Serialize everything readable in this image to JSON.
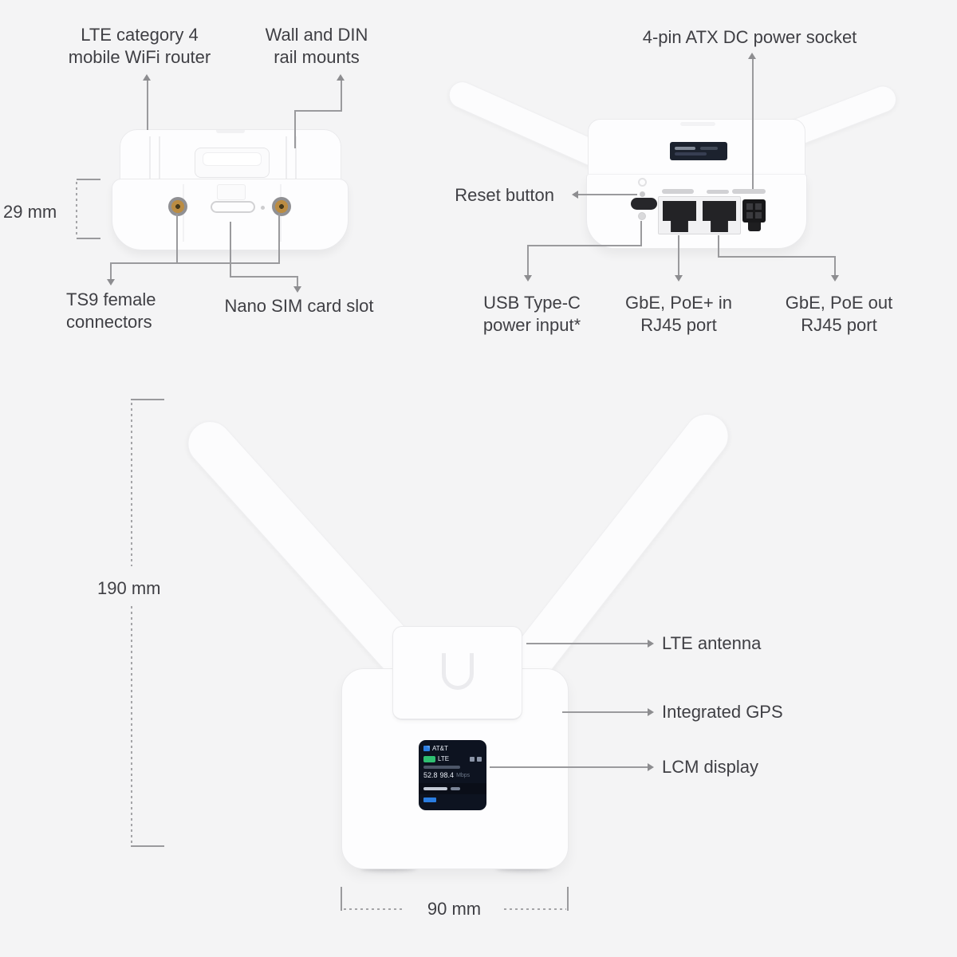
{
  "palette": {
    "background": "#f4f4f5",
    "leader_line": "#9a9a9d",
    "arrow": "#8d8d90",
    "text": "#3f3f44",
    "device_white": "#fdfdfe",
    "port_dark": "#232326",
    "ts9_gold": "#bb8c42",
    "screen_bg": "#0d1320",
    "screen_blue": "#2a7de1",
    "screen_green": "#2fbf71"
  },
  "top_view": {
    "router_label": [
      "LTE category 4",
      "mobile WiFi router"
    ],
    "mounts_label": [
      "Wall and DIN",
      "rail mounts"
    ],
    "height_dim": "29 mm",
    "ts9_label": [
      "TS9 female",
      "connectors"
    ],
    "sim_label": "Nano SIM card slot"
  },
  "rear_view": {
    "power_socket_label": "4-pin ATX DC power socket",
    "reset_label": "Reset button",
    "usb_label": [
      "USB Type-C",
      "power input*"
    ],
    "poe_in_label": [
      "GbE, PoE+ in",
      "RJ45 port"
    ],
    "poe_out_label": [
      "GbE, PoE out",
      "RJ45 port"
    ]
  },
  "front_view": {
    "height_dim": "190 mm",
    "width_dim": "90 mm",
    "antenna_label": "LTE antenna",
    "gps_label": "Integrated GPS",
    "lcm_label": "LCM display",
    "screen": {
      "carrier": "AT&T",
      "network": "LTE",
      "download": "52.8",
      "upload": "98.4",
      "unit": "Mbps"
    }
  }
}
